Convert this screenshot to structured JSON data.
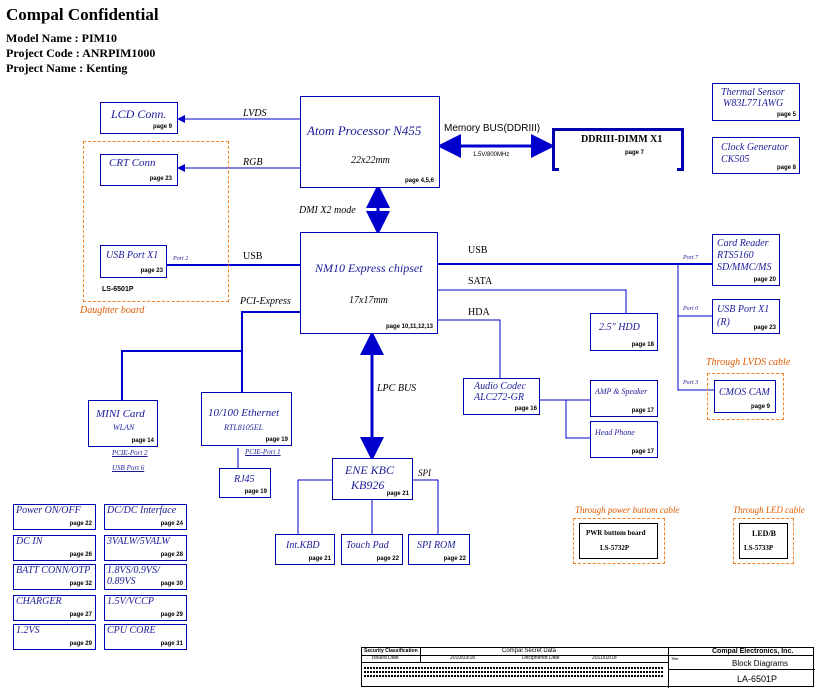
{
  "header": {
    "title": "Compal Confidential",
    "model": "Model Name : PIM10",
    "project_code": "Project Code : ANRPIM1000",
    "project_name": "Project Name : Kenting"
  },
  "blocks": {
    "cpu": {
      "name": "Atom Processor N455",
      "size": "22x22mm",
      "page": "page 4,5,6"
    },
    "chipset": {
      "name": "NM10 Express chipset",
      "size": "17x17mm",
      "page": "page 10,11,12,13"
    },
    "dimm": {
      "name": "DDRIII-DIMM X1",
      "page": "page 7"
    },
    "lcd": {
      "name": "LCD Conn.",
      "page": "page 9"
    },
    "crt": {
      "name": "CRT Conn",
      "page": "page 23"
    },
    "usb_left": {
      "name": "USB Port X1",
      "page": "page 23",
      "port": "Port 2"
    },
    "thermal": {
      "name": "Thermal Sensor",
      "sub": "W83L771AWG",
      "page": "page 5"
    },
    "clock": {
      "name": "Clock Generator",
      "sub": "CK505",
      "page": "page 8"
    },
    "card_reader": {
      "name": "Card Reader",
      "sub1": "RTS5160",
      "sub2": "SD/MMC/MS",
      "page": "page 20",
      "port": "Port 7"
    },
    "usb_right": {
      "name": "USB Port X1",
      "sub": "(R)",
      "page": "page 23",
      "port": "Port 0"
    },
    "cmos": {
      "name": "CMOS CAM",
      "page": "page 9",
      "port": "Port 3"
    },
    "hdd": {
      "name": "2.5\" HDD",
      "page": "page 18"
    },
    "audio": {
      "name": "Audio Codec",
      "sub": "ALC272-GR",
      "page": "page 16"
    },
    "amp": {
      "name": "AMP & Speaker",
      "page": "page 17"
    },
    "headphone": {
      "name": "Head Phone",
      "page": "page 17"
    },
    "mini_card": {
      "name": "MINI Card",
      "sub": "WLAN",
      "page": "page 14",
      "port": "PCIE-Port 2",
      "usb": "USB Port 6"
    },
    "ethernet": {
      "name": "10/100 Ethernet",
      "sub": "RTL8105EL",
      "page": "page 19",
      "port": "PCIE-Port 1"
    },
    "rj45": {
      "name": "RJ45",
      "page": "page 19"
    },
    "kbc": {
      "name": "ENE KBC",
      "sub": "KB926",
      "page": "page 21"
    },
    "intkbd": {
      "name": "Int.KBD",
      "page": "page 21"
    },
    "touchpad": {
      "name": "Touch Pad",
      "page": "page 22"
    },
    "spirom": {
      "name": "SPI ROM",
      "page": "page 22"
    },
    "pwr_board": {
      "name": "PWR buttom board",
      "sub": "LS-5732P"
    },
    "led_board": {
      "name": "LED/B",
      "sub": "LS-5733P"
    }
  },
  "buses": {
    "lvds": "LVDS",
    "rgb": "RGB",
    "usb_left": "USB",
    "memory": "Memory BUS(DDRIII)",
    "memory_speed": "1.5V/800MHz",
    "dmi": "DMI X2 mode",
    "usb_right": "USB",
    "sata": "SATA",
    "hda": "HDA",
    "pcie": "PCI-Express",
    "lpc": "LPC BUS",
    "spi": "SPI"
  },
  "labels": {
    "daughter_board": "Daughter board",
    "daughter_code": "LS-6501P",
    "through_lvds": "Through LVDS cable",
    "through_power": "Through power buttom  cable",
    "through_led": "Through LED cable"
  },
  "power_index": [
    {
      "name": "Power ON/OFF",
      "page": "page 22"
    },
    {
      "name": "DC/DC Interface",
      "page": "page 24"
    },
    {
      "name": "DC IN",
      "page": "page 26"
    },
    {
      "name": "3VALW/5VALW",
      "page": "page 28"
    },
    {
      "name": "BATT CONN/OTP",
      "page": "page 32"
    },
    {
      "name": "1.8VS/0.9VS/",
      "name2": "0.89VS",
      "page": "page 30"
    },
    {
      "name": "CHARGER",
      "page": "page 27"
    },
    {
      "name": "1.5V/VCCP",
      "page": "page 29"
    },
    {
      "name": "1.2VS",
      "page": "page 29"
    },
    {
      "name": "CPU CORE",
      "page": "page 31"
    }
  ],
  "title_block": {
    "security": "Security Classification",
    "secret": "Compal Secret Data",
    "company": "Compal Electronics, Inc.",
    "issued": "Issued Date",
    "issued_val": "2010/03/18",
    "deciphered": "Deciphered Date",
    "deciphered_val": "2011/03/18",
    "title_lbl": "Title",
    "title_val": "Block Diagrams",
    "doc_val": "LA-6501P"
  },
  "colors": {
    "bus": "#0000cc",
    "box": "#0000b0",
    "text": "#1a1a9a",
    "annotation": "#e05a00"
  }
}
